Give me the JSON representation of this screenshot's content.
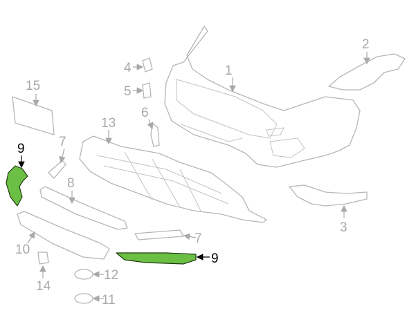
{
  "diagram": {
    "title": "Front bumper components",
    "colors": {
      "highlight": "#6bbf45",
      "part_outline": "#b5b5b5",
      "label": "#a8a8a8",
      "highlight_label": "#000000"
    },
    "callouts": [
      {
        "id": "c1",
        "label": "1"
      },
      {
        "id": "c2",
        "label": "2"
      },
      {
        "id": "c3",
        "label": "3"
      },
      {
        "id": "c4",
        "label": "4"
      },
      {
        "id": "c5",
        "label": "5"
      },
      {
        "id": "c6",
        "label": "6"
      },
      {
        "id": "c7a",
        "label": "7"
      },
      {
        "id": "c7b",
        "label": "7"
      },
      {
        "id": "c8",
        "label": "8"
      },
      {
        "id": "c9a",
        "label": "9",
        "highlighted": true
      },
      {
        "id": "c9b",
        "label": "9",
        "highlighted": true
      },
      {
        "id": "c10",
        "label": "10"
      },
      {
        "id": "c11",
        "label": "11"
      },
      {
        "id": "c12",
        "label": "12"
      },
      {
        "id": "c13",
        "label": "13"
      },
      {
        "id": "c14",
        "label": "14"
      },
      {
        "id": "c15",
        "label": "15"
      }
    ]
  }
}
